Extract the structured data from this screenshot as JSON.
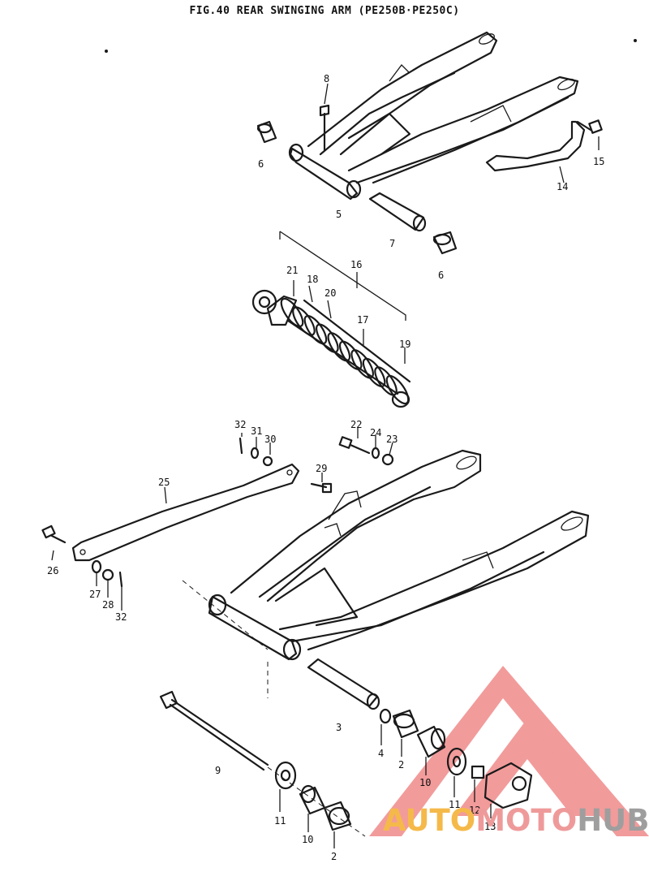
{
  "title": "FIG.40  REAR SWINGING ARM  (PE250B·PE250C)",
  "parts": {
    "p2a": "2",
    "p2b": "2",
    "p3": "3",
    "p4": "4",
    "p5": "5",
    "p6a": "6",
    "p6b": "6",
    "p7": "7",
    "p8": "8",
    "p9": "9",
    "p10a": "10",
    "p10b": "10",
    "p11a": "11",
    "p11b": "11",
    "p12": "12",
    "p13": "13",
    "p14": "14",
    "p15": "15",
    "p16": "16",
    "p17": "17",
    "p18": "18",
    "p19": "19",
    "p20": "20",
    "p21": "21",
    "p22": "22",
    "p23": "23",
    "p24": "24",
    "p25": "25",
    "p26": "26",
    "p27": "27",
    "p28": "28",
    "p29": "29",
    "p30": "30",
    "p31": "31",
    "p32a": "32",
    "p32b": "32"
  },
  "watermark": {
    "part1": "AUTO",
    "part2": "MOTO",
    "part3": "HUB",
    "color1": "#f5b94a",
    "color2": "#ef9a9a",
    "color3": "#9e9e9e",
    "logo_color": "#f08a8a"
  }
}
